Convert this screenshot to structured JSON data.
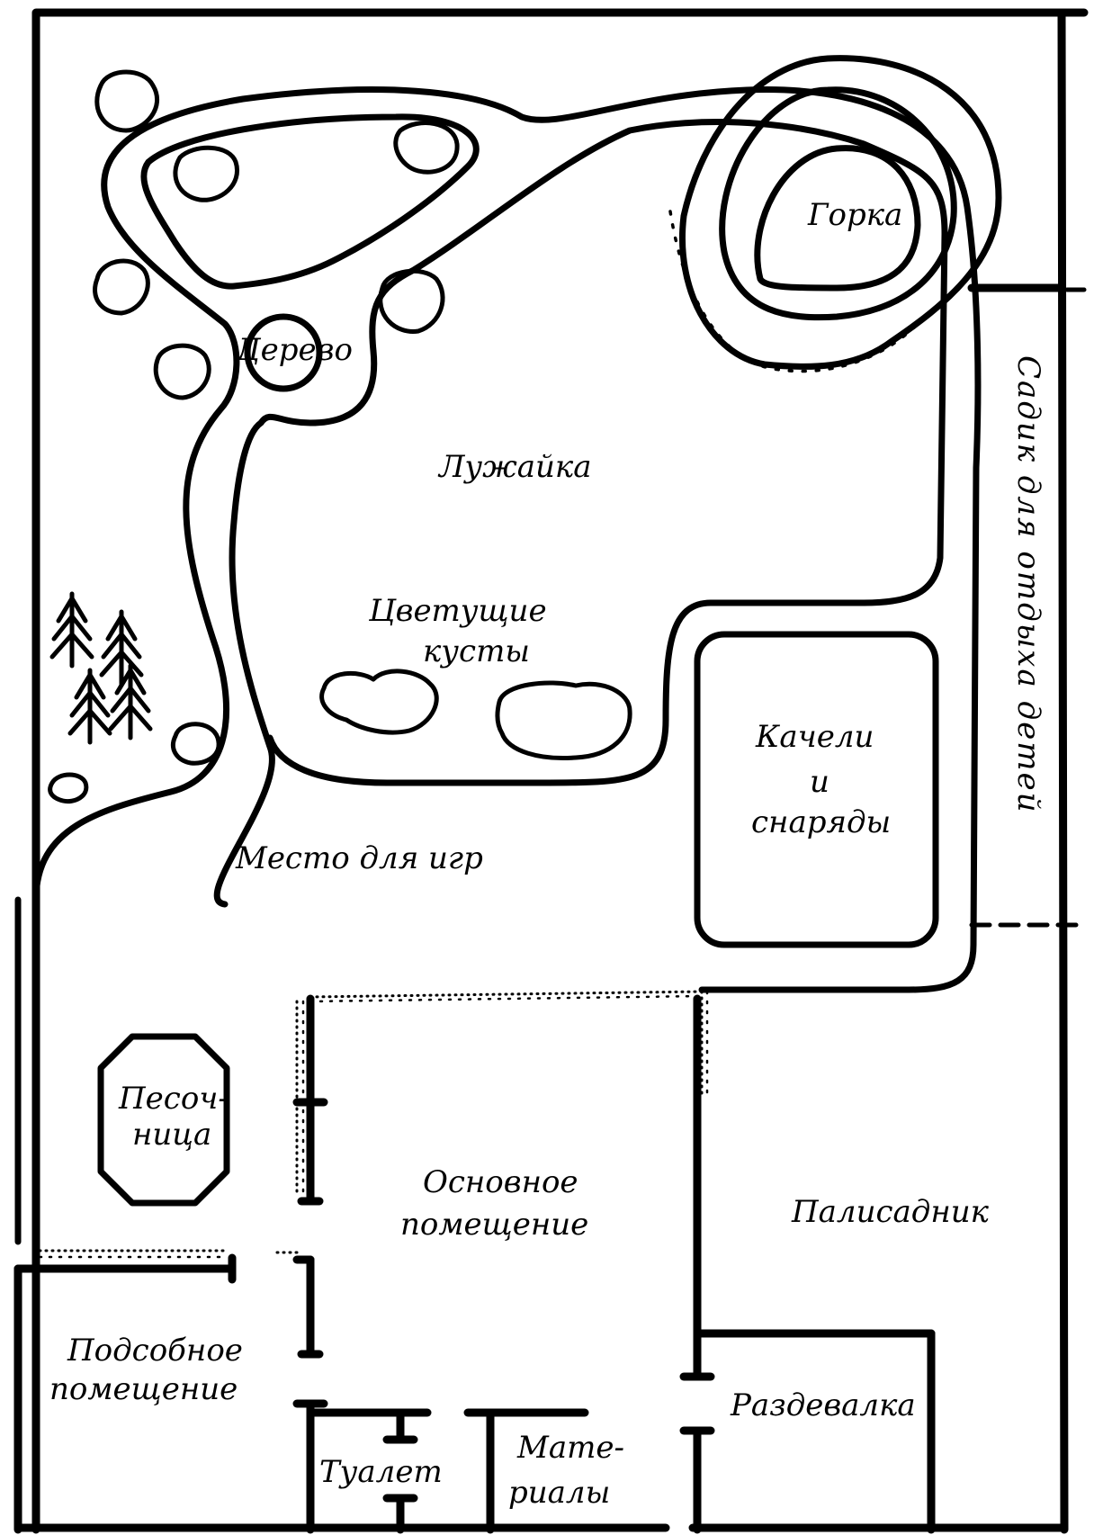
{
  "labels": {
    "gorka": "Горка",
    "derevo": "Дерево",
    "luzhaika": "Лужайка",
    "tsvetushchie": "Цветущие",
    "kusty": "кусты",
    "mesto": "Место для игр",
    "kacheli": "Качели",
    "i": "и",
    "snaryady": "снаряды",
    "sadik": "Садик для отдыха детей",
    "pesoch_1": "Песоч-",
    "pesoch_2": "ница",
    "osnovnoe_1": "Основное",
    "osnovnoe_2": "помещение",
    "palisadnik": "Палисадник",
    "podsobnoe_1": "Подсобное",
    "podsobnoe_2": "помещение",
    "razdevalka": "Раздевалка",
    "tualet": "Туалет",
    "materialy_1": "Мате-",
    "materialy_2": "риалы"
  },
  "colors": {
    "ink": "#000000",
    "paper": "#ffffff"
  }
}
